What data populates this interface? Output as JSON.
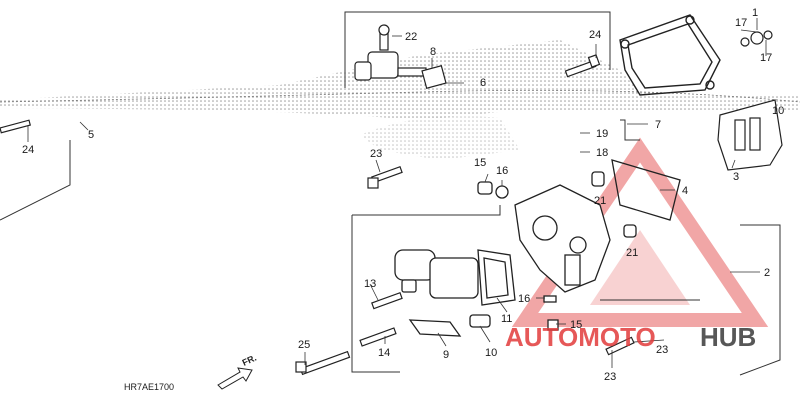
{
  "diagram": {
    "code": "HR7AE1700",
    "direction_label": "FR.",
    "callouts": {
      "c1": "1",
      "c2": "2",
      "c3": "3",
      "c4": "4",
      "c5": "5",
      "c6": "6",
      "c7": "7",
      "c8": "8",
      "c9": "9",
      "c10": "10",
      "c11": "11",
      "c13": "13",
      "c14": "14",
      "c15a": "15",
      "c15b": "15",
      "c16a": "16",
      "c16b": "16",
      "c17a": "17",
      "c17b": "17",
      "c18": "18",
      "c19": "19",
      "c21a": "21",
      "c21b": "21",
      "c22": "22",
      "c23a": "23",
      "c23b": "23",
      "c23c": "23",
      "c24a": "24",
      "c24b": "24",
      "c25": "25"
    }
  },
  "watermark": {
    "text_a": "AUTOMOTO",
    "text_b": "HUB",
    "color_red": "#e23b3b",
    "color_dark": "#3a3a3a"
  }
}
